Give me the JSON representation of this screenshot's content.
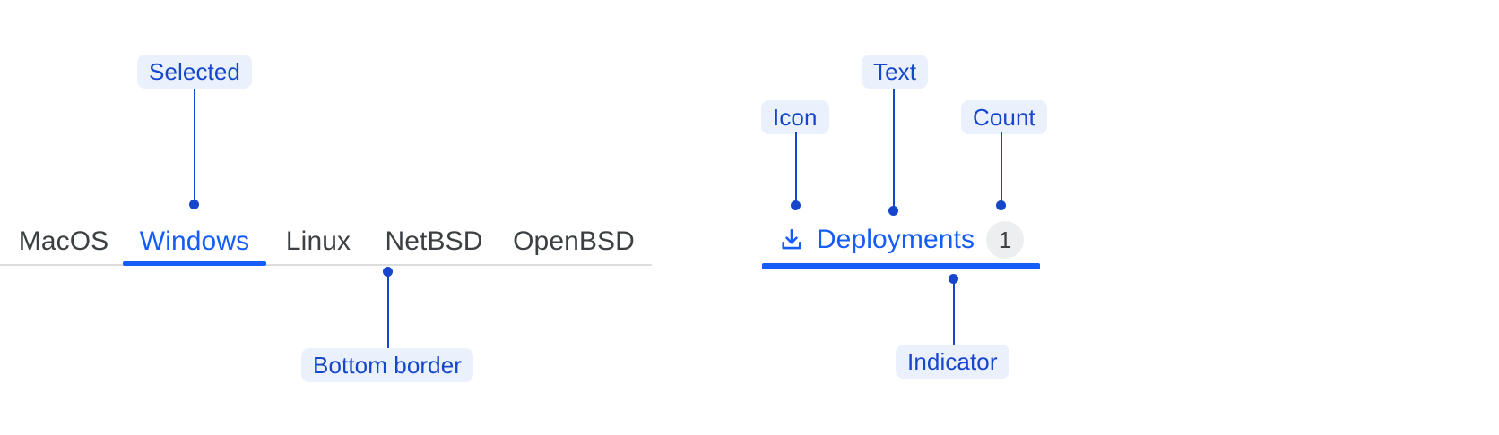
{
  "colors": {
    "tab_accent": "#155cf8",
    "tab_text": "#3c4043",
    "annotation_text": "#1546cc",
    "annotation_background": "#eaf1fd",
    "badge_background": "#eceef0",
    "bottom_border": "#dddddd"
  },
  "left_example": {
    "tabs": [
      {
        "label": "MacOS",
        "selected": false
      },
      {
        "label": "Windows",
        "selected": true
      },
      {
        "label": "Linux",
        "selected": false
      },
      {
        "label": "NetBSD",
        "selected": false
      },
      {
        "label": "OpenBSD",
        "selected": false
      }
    ],
    "annotations": [
      {
        "label": "Selected"
      },
      {
        "label": "Bottom border"
      }
    ]
  },
  "right_example": {
    "tab": {
      "icon": "download-icon",
      "label": "Deployments",
      "count": "1",
      "selected": true
    },
    "annotations": [
      {
        "label": "Icon"
      },
      {
        "label": "Text"
      },
      {
        "label": "Count"
      },
      {
        "label": "Indicator"
      }
    ]
  }
}
